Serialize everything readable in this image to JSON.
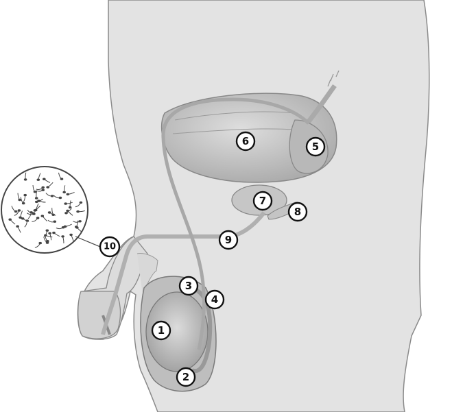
{
  "diagram": {
    "labels": [
      {
        "id": "label-1",
        "text": "1"
      },
      {
        "id": "label-2",
        "text": "2"
      },
      {
        "id": "label-3",
        "text": "3"
      },
      {
        "id": "label-4",
        "text": "4"
      },
      {
        "id": "label-5",
        "text": "5"
      },
      {
        "id": "label-6",
        "text": "6"
      },
      {
        "id": "label-7",
        "text": "7"
      },
      {
        "id": "label-8",
        "text": "8"
      },
      {
        "id": "label-9",
        "text": "9"
      },
      {
        "id": "label-10",
        "text": "10"
      }
    ],
    "colors": {
      "body": "#e3e3e3",
      "body_outline": "#8a8a8a",
      "organ": "#c8c8c8",
      "organ_dark": "#a9a9a9",
      "duct": "#bdbdbd",
      "line": "#333333"
    }
  }
}
